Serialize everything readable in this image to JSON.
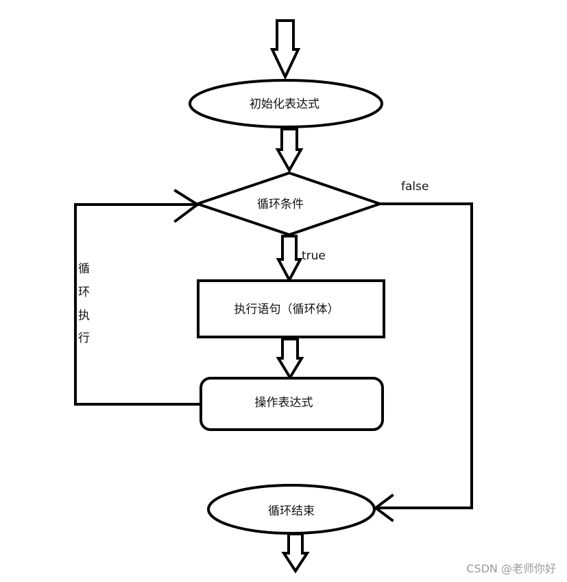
{
  "nodes": {
    "init": "初始化表达式",
    "condition": "循环条件",
    "body": "执行语句（循环体）",
    "update": "操作表达式",
    "end": "循环结束"
  },
  "edges": {
    "true_label": "true",
    "false_label": "false"
  },
  "loop_side_label": [
    "循",
    "环",
    "执",
    "行"
  ],
  "watermark": "CSDN @老师你好"
}
